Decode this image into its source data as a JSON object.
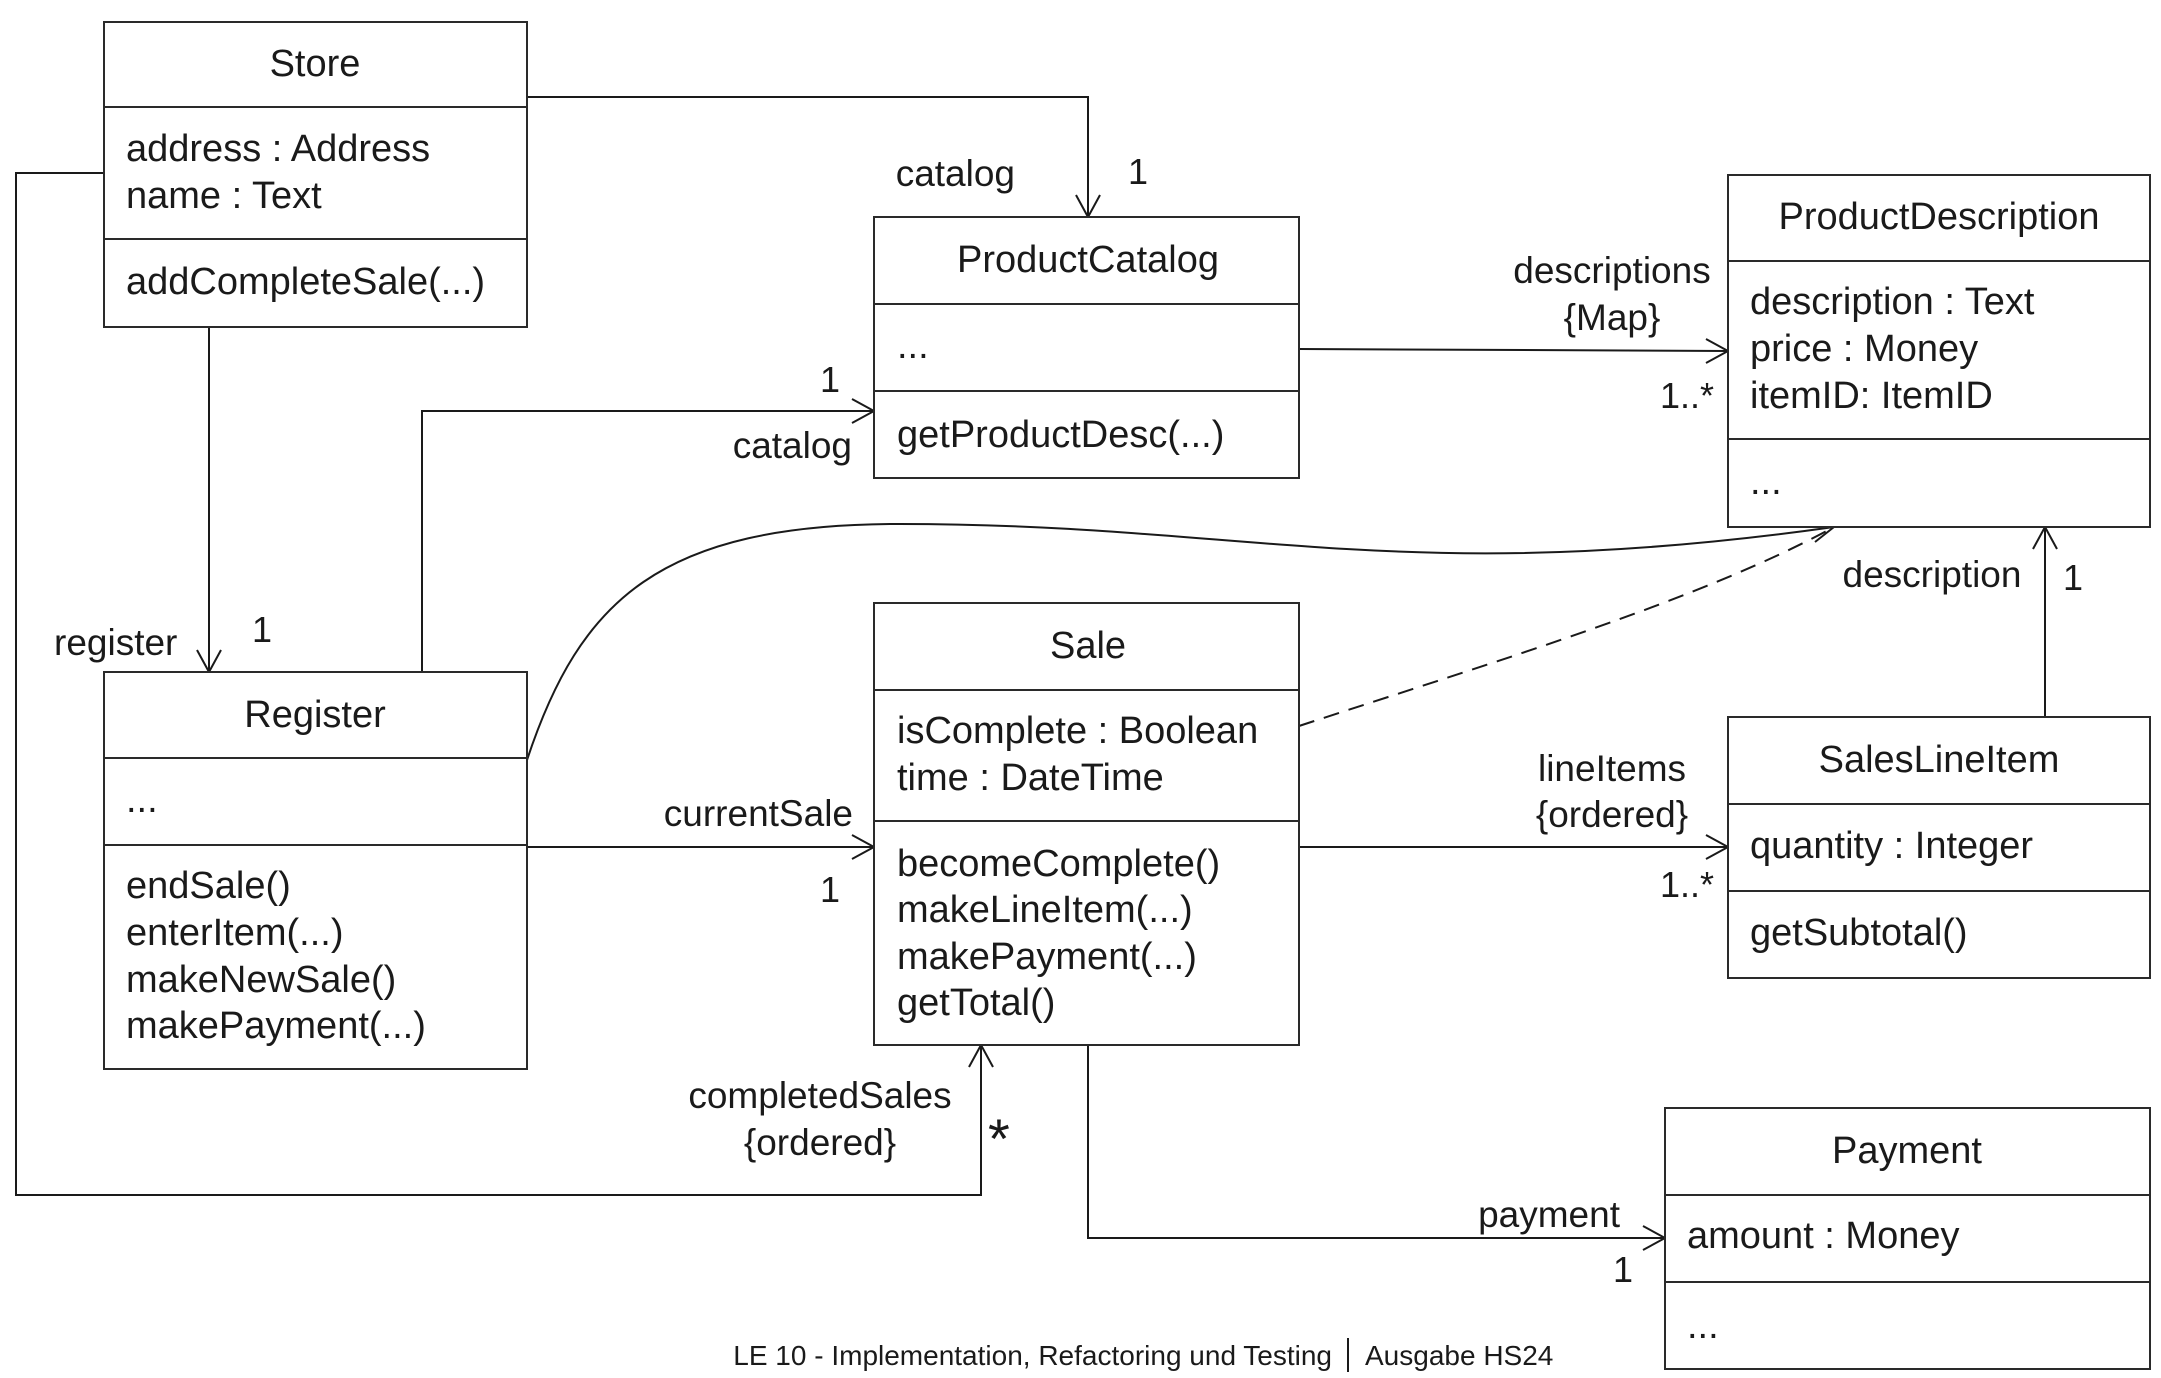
{
  "diagram": {
    "classes": {
      "store": {
        "name": "Store",
        "attributes": [
          "address : Address",
          "name : Text"
        ],
        "operations": [
          "addCompleteSale(...)"
        ]
      },
      "product_catalog": {
        "name": "ProductCatalog",
        "attributes": [
          "..."
        ],
        "operations": [
          "getProductDesc(...)"
        ]
      },
      "product_description": {
        "name": "ProductDescription",
        "attributes": [
          "description : Text",
          "price : Money",
          "itemID: ItemID"
        ],
        "operations": [
          "..."
        ]
      },
      "register": {
        "name": "Register",
        "attributes": [
          "..."
        ],
        "operations": [
          "endSale()",
          "enterItem(...)",
          "makeNewSale()",
          "makePayment(...)"
        ]
      },
      "sale": {
        "name": "Sale",
        "attributes": [
          "isComplete : Boolean",
          "time : DateTime"
        ],
        "operations": [
          "becomeComplete()",
          "makeLineItem(...)",
          "makePayment(...)",
          "getTotal()"
        ]
      },
      "sales_line_item": {
        "name": "SalesLineItem",
        "attributes": [
          "quantity : Integer"
        ],
        "operations": [
          "getSubtotal()"
        ]
      },
      "payment": {
        "name": "Payment",
        "attributes": [
          "amount : Money"
        ],
        "operations": [
          "..."
        ]
      }
    },
    "associations": {
      "store_catalog": {
        "role": "catalog",
        "multiplicity": "1"
      },
      "register_catalog": {
        "role": "catalog",
        "multiplicity": "1"
      },
      "catalog_descriptions": {
        "role_line1": "descriptions",
        "role_line2": "{Map}",
        "multiplicity": "1..*"
      },
      "store_register": {
        "role": "register",
        "multiplicity": "1"
      },
      "register_current_sale": {
        "role": "currentSale",
        "multiplicity": "1"
      },
      "sale_line_items": {
        "role_line1": "lineItems",
        "role_line2": "{ordered}",
        "multiplicity": "1..*"
      },
      "line_item_description": {
        "role": "description",
        "multiplicity": "1"
      },
      "store_completed_sales": {
        "role_line1": "completedSales",
        "role_line2": "{ordered}",
        "multiplicity": "*"
      },
      "sale_payment": {
        "role": "payment",
        "multiplicity": "1"
      }
    },
    "footer": {
      "left": "LE 10 - Implementation, Refactoring und Testing",
      "right": "Ausgabe HS24"
    }
  }
}
